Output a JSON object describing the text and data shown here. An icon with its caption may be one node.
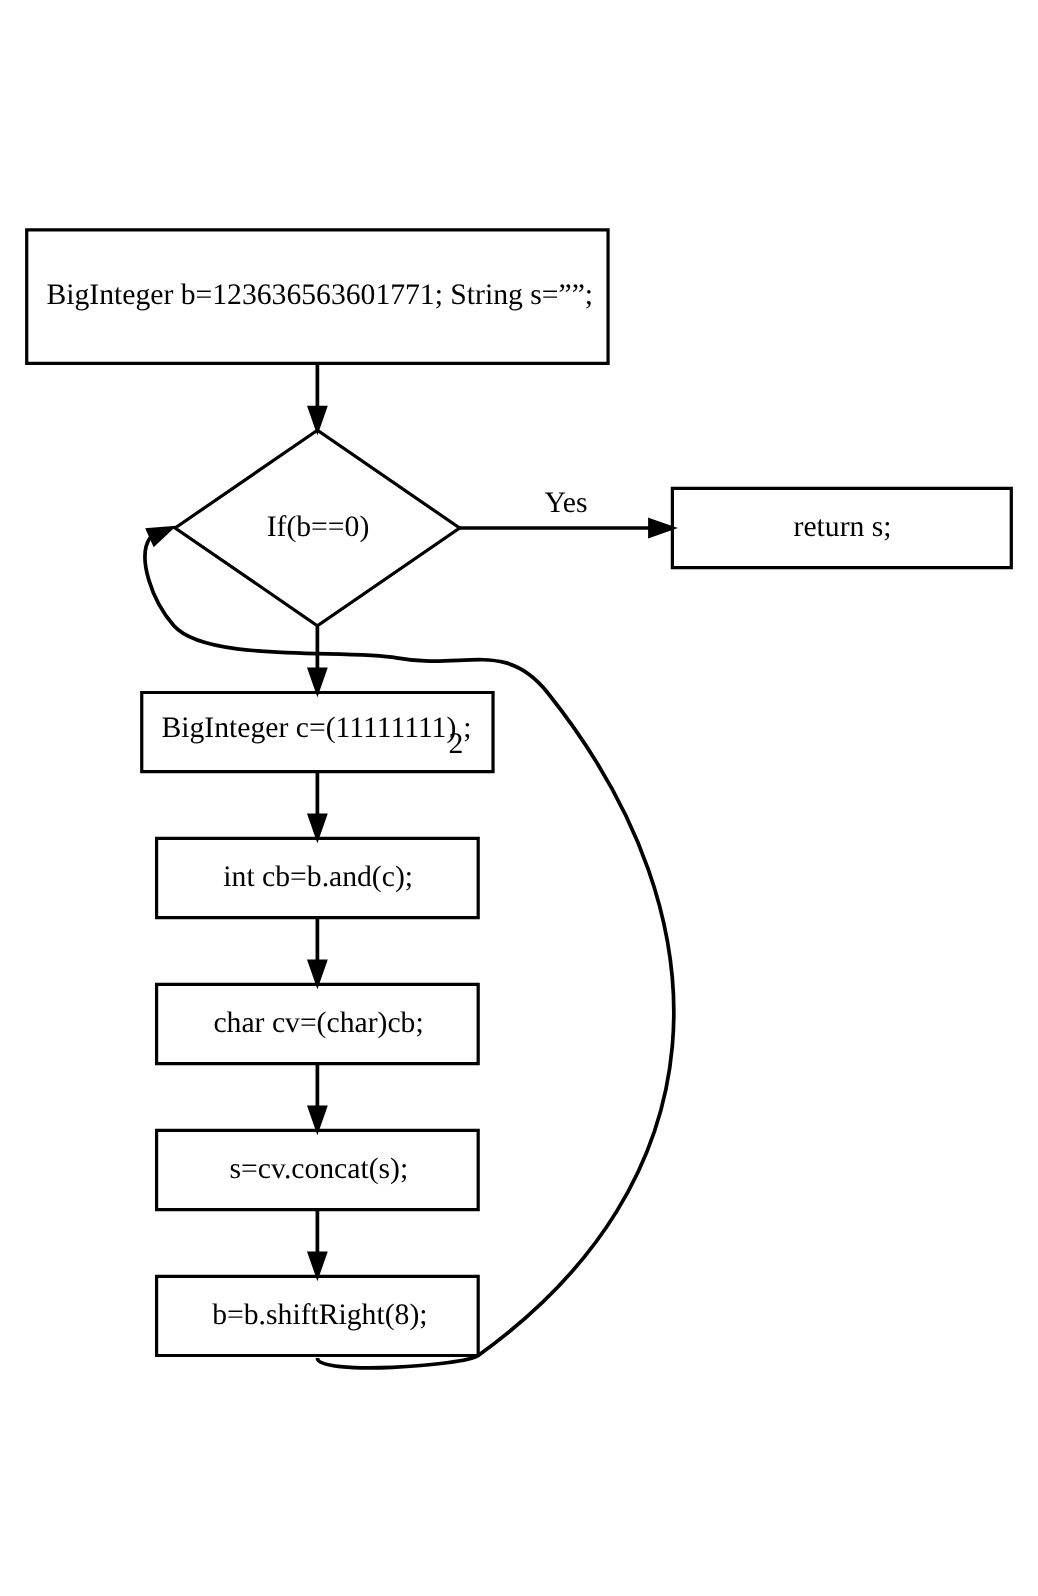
{
  "diagram": {
    "nodes": [
      {
        "text": [
          "BigInteger b=123636563601771; String s=””;"
        ]
      },
      {
        "text": [
          "If(b==0)"
        ]
      },
      {
        "text": [
          "return s;"
        ]
      },
      {
        "text": [
          "BigInteger c=(11111111)$_{2}$;"
        ]
      },
      {
        "text": [
          "int cb=b.and(c);"
        ]
      },
      {
        "text": [
          "char cv=(char)cb;"
        ]
      },
      {
        "text": [
          "s=cv.concat(s);"
        ]
      },
      {
        "text": [
          "b=b.shiftRight(8);"
        ]
      }
    ],
    "edges": [
      {
        "from": 0,
        "to": 1,
        "arrow": "to"
      },
      {
        "from": 1,
        "to": 2,
        "arrow": "to",
        "label": "Yes"
      },
      {
        "from": 1,
        "to": 3,
        "arrow": "to"
      },
      {
        "from": 3,
        "to": 4,
        "arrow": "to"
      },
      {
        "from": 4,
        "to": 5,
        "arrow": "to"
      },
      {
        "from": 5,
        "to": 6,
        "arrow": "to"
      },
      {
        "from": 6,
        "to": 7,
        "arrow": "to"
      },
      {
        "from": 7,
        "to": 1,
        "arrow": "to"
      }
    ]
  }
}
